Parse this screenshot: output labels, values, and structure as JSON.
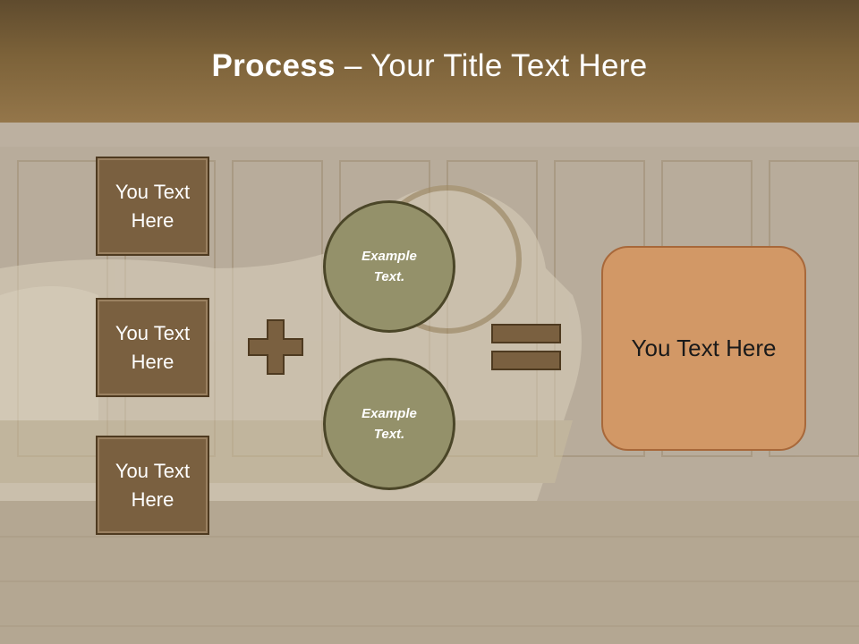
{
  "slide": {
    "title_bold": "Process",
    "title_rest": " – Your Title Text Here",
    "left_boxes": [
      {
        "line1": "You Text",
        "line2": "Here"
      },
      {
        "line1": "You Text",
        "line2": "Here"
      },
      {
        "line1": "You Text",
        "line2": "Here"
      }
    ],
    "circles": [
      {
        "line1": "Example",
        "line2": "Text."
      },
      {
        "line1": "Example",
        "line2": "Text."
      }
    ],
    "result_text": "You Text Here",
    "operator_plus_icon": "plus-icon",
    "operator_equals_icon": "equals-icon"
  },
  "colors": {
    "header": "#7c6239",
    "box_fill": "#7a6040",
    "circle_fill": "#94916a",
    "result_fill": "#d29866",
    "operator_fill": "#7a6040"
  }
}
